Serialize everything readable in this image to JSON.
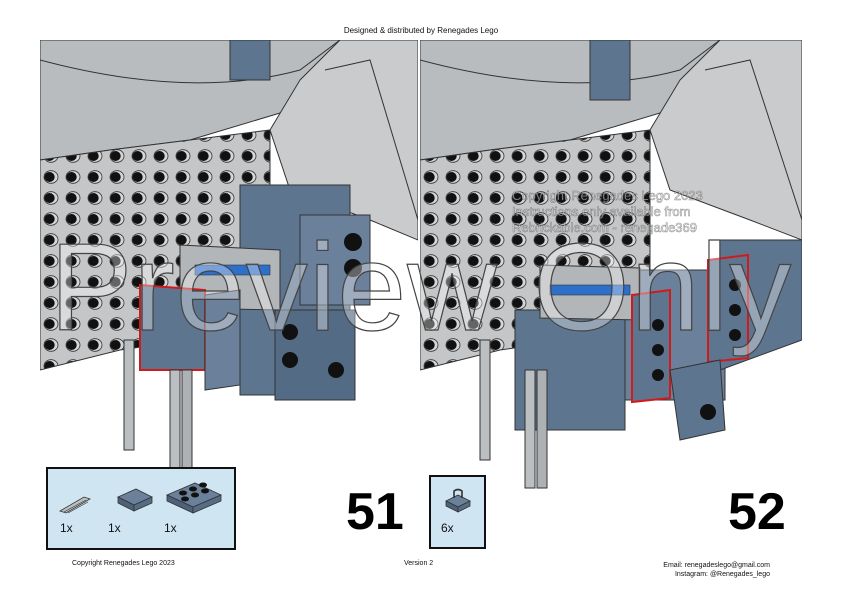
{
  "header": {
    "credit": "Designed & distributed by Renegades Lego"
  },
  "watermark": {
    "text": "Preview Only",
    "copyright_lines": [
      "Copyright Renegades Lego 2023",
      "Instructions only available from",
      "Rebrickable.com - renegade369"
    ]
  },
  "steps": [
    {
      "number": "51",
      "parts": [
        {
          "icon": "bar-pieces-icon",
          "qty": "1x"
        },
        {
          "icon": "tile-2x2-icon",
          "qty": "1x"
        },
        {
          "icon": "plate-2x3-icon",
          "qty": "1x"
        }
      ]
    },
    {
      "number": "52",
      "parts": [
        {
          "icon": "clip-plate-icon",
          "qty": "6x"
        }
      ]
    }
  ],
  "footer": {
    "copyright": "Copyright Renegades Lego 2023",
    "version": "Version 2",
    "email": "Email: renegadeslego@gmail.com",
    "instagram": "Instagram: @Renegades_lego"
  },
  "colors": {
    "light_gray": "#c4c6c8",
    "dark_blue_gray": "#5e7590",
    "stud_black": "#111111",
    "highlight_red": "#d21a1a",
    "accent_blue": "#2e6fc9",
    "parts_box_bg": "#cfe6f2"
  }
}
